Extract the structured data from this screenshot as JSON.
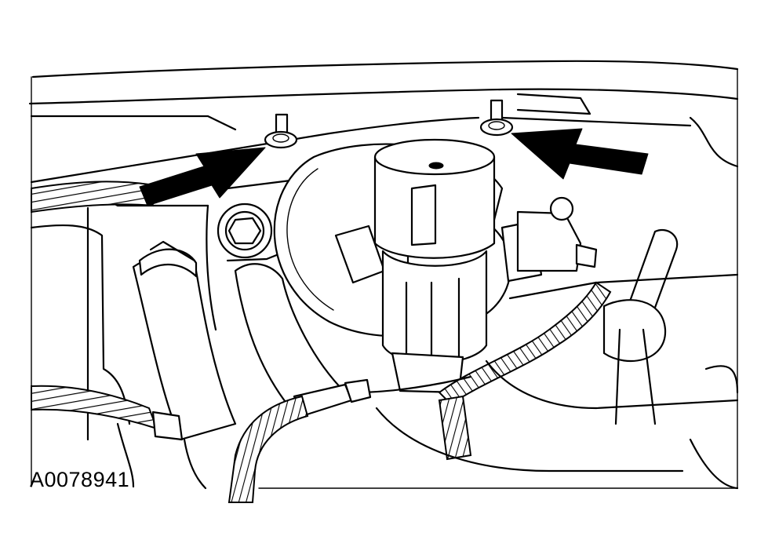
{
  "figure": {
    "label": "A0078941",
    "callouts": [
      "arrow-left-stud",
      "arrow-right-stud"
    ]
  }
}
